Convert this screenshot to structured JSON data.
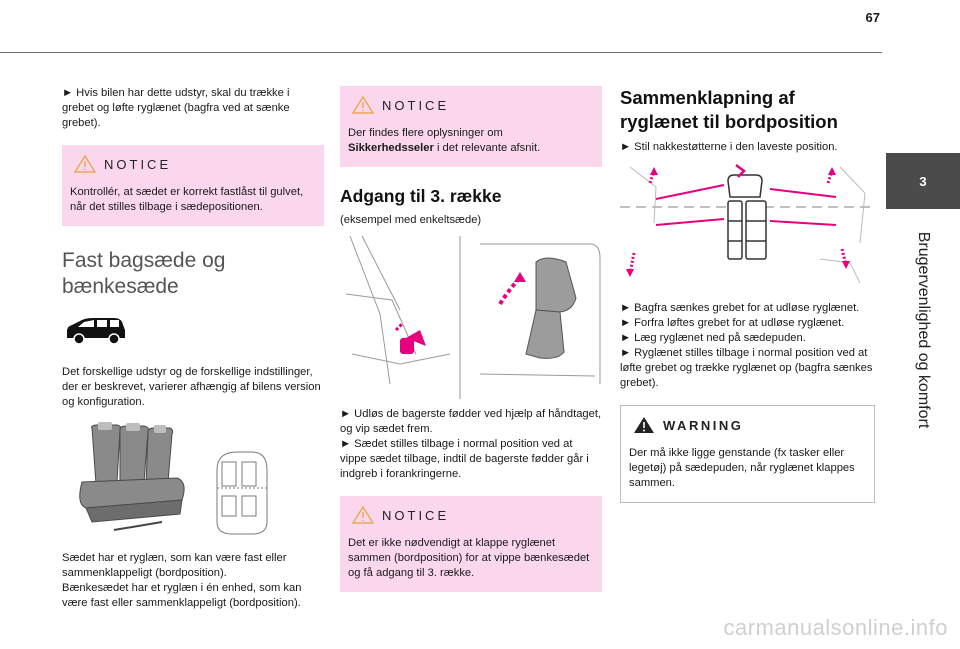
{
  "page": {
    "number": "67",
    "chapter_number": "3",
    "chapter_title": "Brugervenlighed og komfort",
    "watermark": "carmanualsonline.info"
  },
  "col1": {
    "intro": "► Hvis bilen har dette udstyr, skal du trække i grebet og løfte ryglænet (bagfra ved at sænke grebet).",
    "notice_label": "NOTICE",
    "notice_text": "Kontrollér, at sædet er korrekt fastlåst til gulvet, når det stilles tilbage i sædepositionen.",
    "heading_line1": "Fast bagsæde og",
    "heading_line2": "bænkesæde",
    "body": "Det forskellige udstyr og de forskellige indstillinger, der er beskrevet, varierer afhængig af bilens version og konfiguration.",
    "caption_1": "Sædet har et ryglæn, som kan være fast eller sammenklappeligt (bordposition).",
    "caption_2": "Bænkesædet har et ryglæn i én enhed, som kan være fast eller sammenklappeligt (bordposition)."
  },
  "col2": {
    "notice1_label": "NOTICE",
    "notice1_text_pre": "Der findes flere oplysninger om",
    "notice1_text_bold": "Sikkerhedsseler",
    "notice1_text_post": " i det relevante afsnit.",
    "heading": "Adgang til 3. række",
    "subheading": "(eksempel med enkeltsæde)",
    "step1": "► Udløs de bagerste fødder ved hjælp af håndtaget, og vip sædet frem.",
    "step2": "► Sædet stilles tilbage i normal position ved at vippe sædet tilbage, indtil de bagerste fødder går i indgreb i forankringerne.",
    "notice2_label": "NOTICE",
    "notice2_text": "Det er ikke nødvendigt at klappe ryglænet sammen (bordposition) for at vippe bænkesædet og få adgang til 3. række."
  },
  "col3": {
    "heading_line1": "Sammenklapning af",
    "heading_line2": "ryglænet til bordposition",
    "step0": "► Stil nakkestøtterne i den laveste position.",
    "step1": "► Bagfra sænkes grebet for at udløse ryglænet.",
    "step2": "► Forfra løftes grebet for at udløse ryglænet.",
    "step3": "► Læg ryglænet ned på sædepuden.",
    "step4": "► Ryglænet stilles tilbage i normal position ved at løfte grebet og trække ryglænet op (bagfra sænkes grebet).",
    "warning_label": "WARNING",
    "warning_text": "Der må ikke ligge genstande (fx tasker eller legetøj) på sædepuden, når ryglænet klappes sammen."
  },
  "colors": {
    "notice_bg": "#fbd7ee",
    "accent_magenta": "#e6007e",
    "chapter_tab_bg": "#4b4b4b"
  }
}
